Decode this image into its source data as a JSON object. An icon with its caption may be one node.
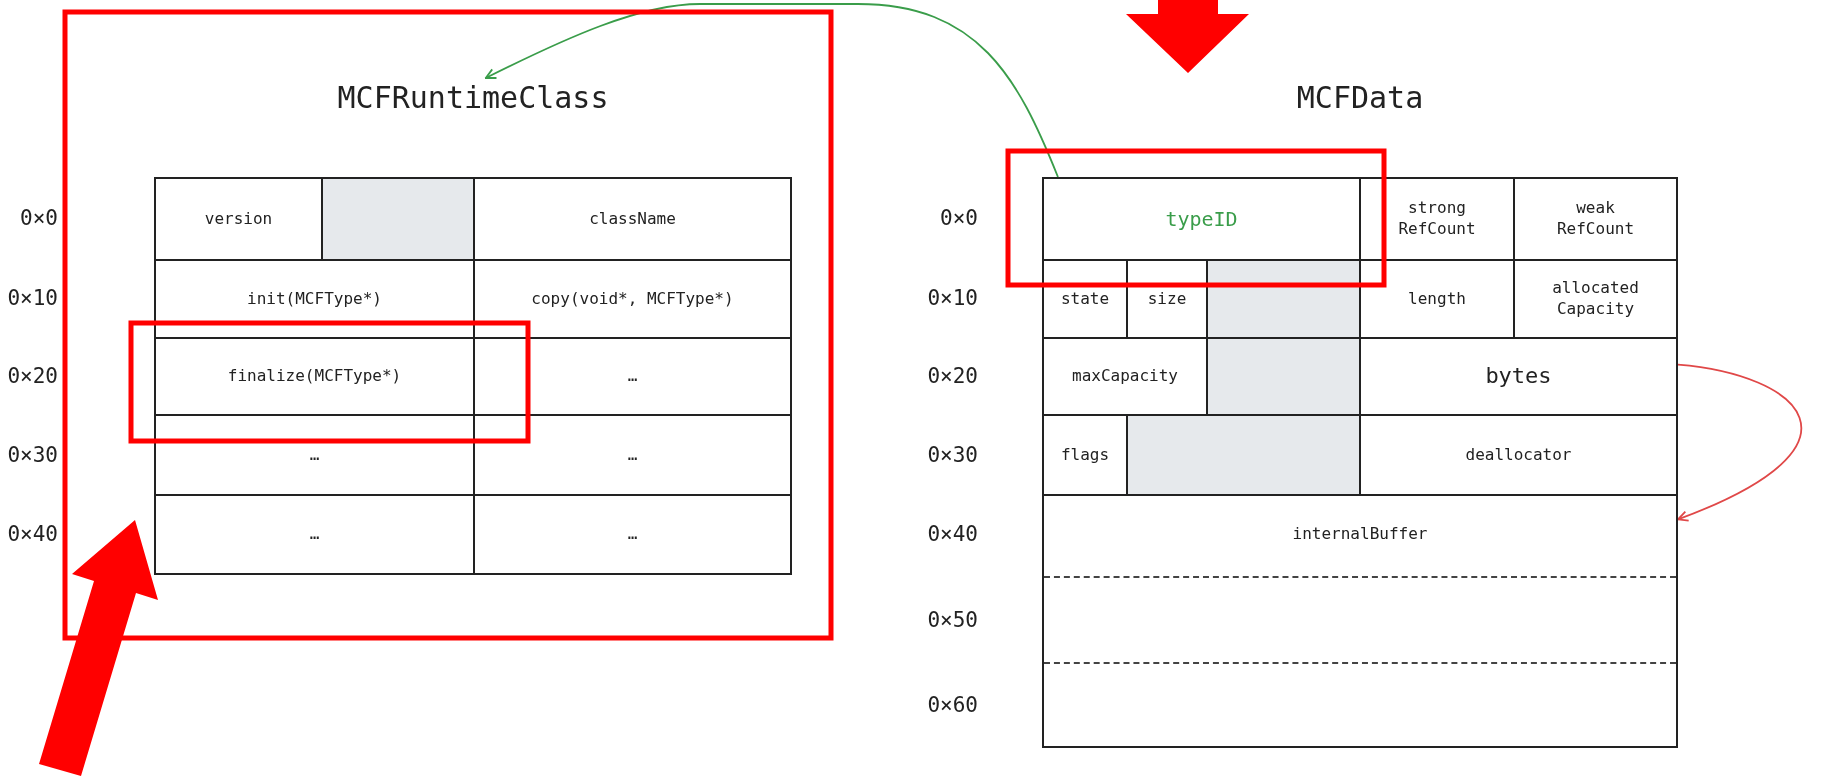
{
  "diagram": {
    "nodes": [
      {
        "text": [
          "MCFRuntimeClass"
        ]
      },
      {
        "text": [
          "version"
        ],
        "in": 0
      },
      {
        "text": [],
        "shape": "box",
        "in": 0
      },
      {
        "text": [
          "className"
        ],
        "in": 0
      },
      {
        "text": [
          "init(MCFType*)"
        ],
        "in": 0
      },
      {
        "text": [
          "copy(void*, MCFType*)"
        ],
        "in": 0
      },
      {
        "text": [
          "finalize(MCFType*)"
        ],
        "in": 0
      },
      {
        "text": [
          "…"
        ],
        "in": 0
      },
      {
        "text": [
          "…"
        ],
        "in": 0
      },
      {
        "text": [
          "…"
        ],
        "in": 0
      },
      {
        "text": [
          "…"
        ],
        "in": 0
      },
      {
        "text": [
          "…"
        ],
        "in": 0
      },
      {
        "text": [
          "MCFData"
        ]
      },
      {
        "text": [
          "typeID"
        ],
        "in": 12
      },
      {
        "text": [
          "strong RefCount"
        ],
        "in": 12
      },
      {
        "text": [
          "weak RefCount"
        ],
        "in": 12
      },
      {
        "text": [
          "state"
        ],
        "in": 12
      },
      {
        "text": [
          "size"
        ],
        "in": 12
      },
      {
        "text": [],
        "shape": "box",
        "in": 12
      },
      {
        "text": [
          "length"
        ],
        "in": 12
      },
      {
        "text": [
          "allocated Capacity"
        ],
        "in": 12
      },
      {
        "text": [
          "maxCapacity"
        ],
        "in": 12
      },
      {
        "text": [],
        "shape": "box",
        "in": 12
      },
      {
        "text": [
          "bytes"
        ],
        "in": 12
      },
      {
        "text": [
          "flags"
        ],
        "in": 12
      },
      {
        "text": [],
        "shape": "box",
        "in": 12
      },
      {
        "text": [
          "deallocator"
        ],
        "in": 12
      },
      {
        "text": [
          "internalBuffer"
        ],
        "in": 12
      }
    ],
    "edges": [
      {
        "from": 13,
        "to": 0,
        "arrow": "to",
        "color": "#3a9d4a"
      },
      {
        "from": 23,
        "to": 27,
        "arrow": "to",
        "color": "#e04848"
      }
    ],
    "labels": [
      "0×0",
      "0×10",
      "0×20",
      "0×30",
      "0×40",
      "0×0",
      "0×10",
      "0×20",
      "0×30",
      "0×40",
      "0×50",
      "0×60"
    ]
  }
}
